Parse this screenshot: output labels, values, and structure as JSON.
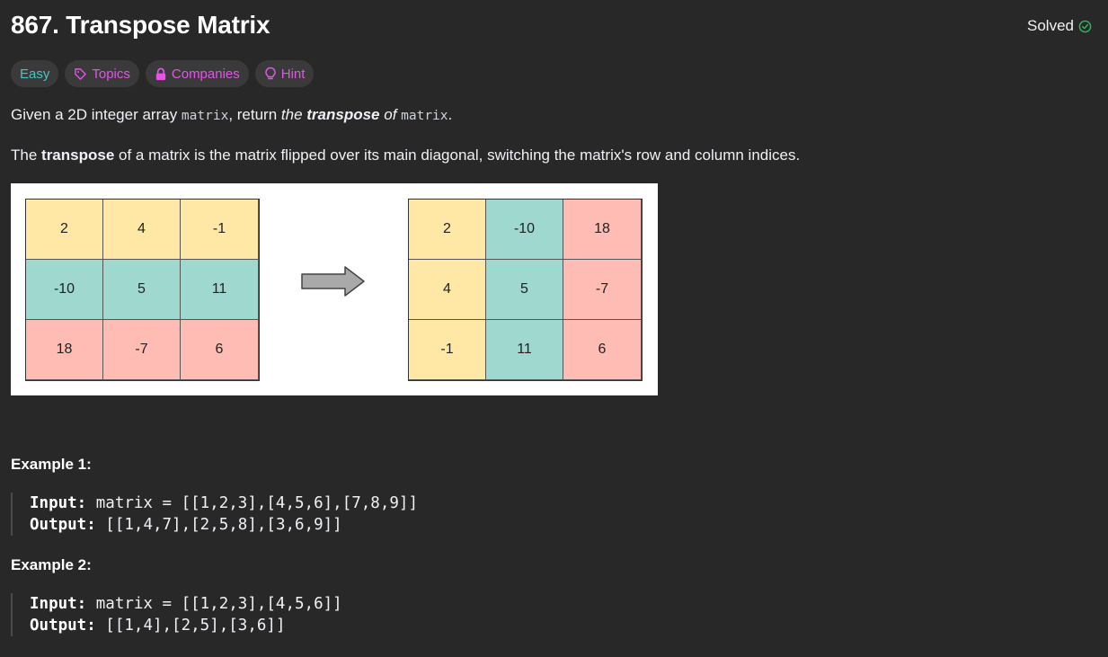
{
  "problem": {
    "title": "867. Transpose Matrix",
    "status": "Solved"
  },
  "tags": {
    "difficulty": "Easy",
    "topics": "Topics",
    "companies": "Companies",
    "hint": "Hint"
  },
  "description": {
    "p1_part1": "Given a 2D integer array ",
    "p1_code1": "matrix",
    "p1_part2": ", return ",
    "p1_the": "the ",
    "p1_bold": "transpose",
    "p1_of": " of ",
    "p1_code2": "matrix",
    "p1_end": ".",
    "p2_the": "The ",
    "p2_bold": "transpose",
    "p2_rest": " of a matrix is the matrix flipped over its main diagonal, switching the matrix's row and column indices."
  },
  "figure": {
    "left_matrix": [
      [
        "2",
        "4",
        "-1"
      ],
      [
        "-10",
        "5",
        "11"
      ],
      [
        "18",
        "-7",
        "6"
      ]
    ],
    "right_matrix": [
      [
        "2",
        "-10",
        "18"
      ],
      [
        "4",
        "5",
        "-7"
      ],
      [
        "-1",
        "11",
        "6"
      ]
    ],
    "colors": {
      "yellow": "#ffe8a6",
      "teal": "#9fd8cf",
      "pink": "#ffbcb4"
    }
  },
  "examples": [
    {
      "title": "Example 1:",
      "input_label": "Input:",
      "input_value": " matrix = [[1,2,3],[4,5,6],[7,8,9]]",
      "output_label": "Output:",
      "output_value": " [[1,4,7],[2,5,8],[3,6,9]]"
    },
    {
      "title": "Example 2:",
      "input_label": "Input:",
      "input_value": " matrix = [[1,2,3],[4,5,6]]",
      "output_label": "Output:",
      "output_value": " [[1,4],[2,5],[3,6]]"
    }
  ],
  "icons": {
    "solved": "check-circle-icon",
    "topics": "tag-icon",
    "companies": "lock-icon",
    "hint": "lightbulb-icon"
  }
}
